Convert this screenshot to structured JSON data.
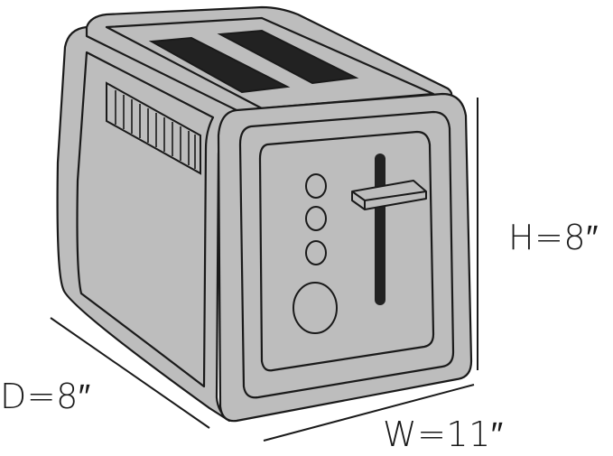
{
  "dimensions": {
    "height": "H=8″",
    "depth": "D=8″",
    "width": "W=11″"
  },
  "colors": {
    "body_fill": "#bdbdbd",
    "outline": "#1a1a1a",
    "slot_fill": "#222222",
    "background": "#ffffff"
  }
}
